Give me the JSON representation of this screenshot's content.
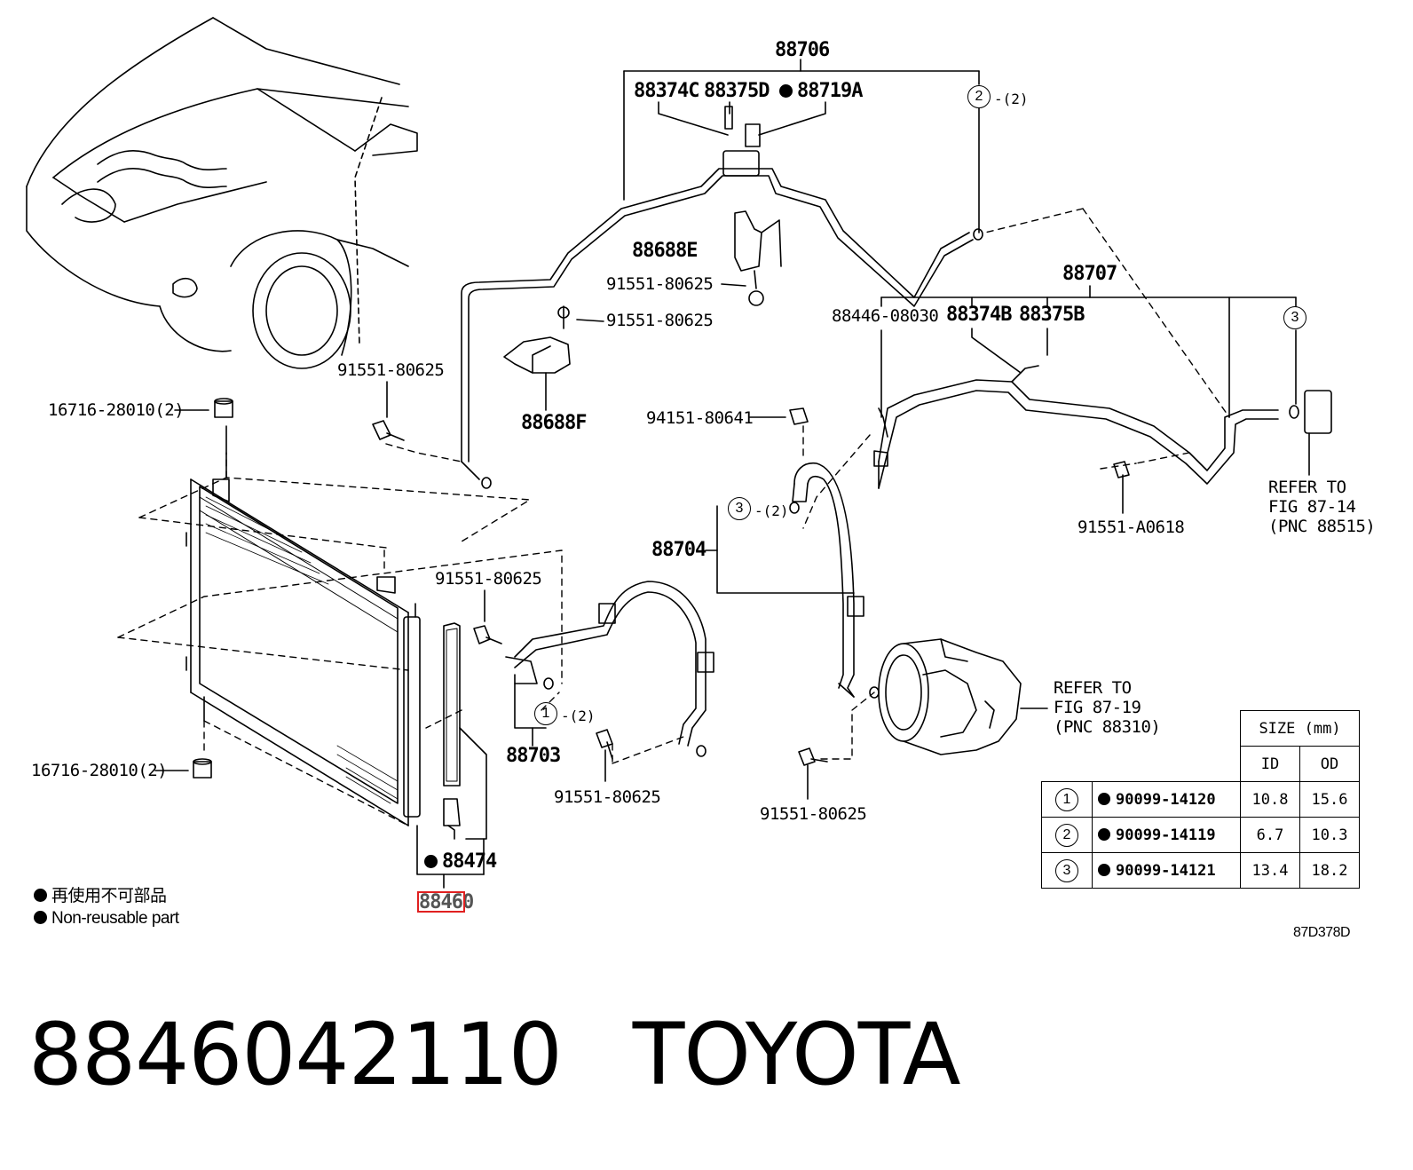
{
  "group_labels": {
    "g88706": "88706",
    "g88707": "88707",
    "g88704": "88704",
    "g88703": "88703",
    "g88460": "88460"
  },
  "part_labels": {
    "p88374C": "88374C",
    "p88375D": "88375D",
    "p88719A": "88719A",
    "p88688E": "88688E",
    "p88688F": "88688F",
    "p88374B": "88374B",
    "p88375B": "88375B",
    "p88474": "88474",
    "p88446": "88446-08030",
    "p94151": "94151-80641",
    "p16716_top": "16716-28010(2)",
    "p16716_bot": "16716-28010(2)",
    "b_80625_1": "91551-80625",
    "b_80625_2": "91551-80625",
    "b_80625_3": "91551-80625",
    "b_80625_4": "91551-80625",
    "b_80625_5": "91551-80625",
    "b_80625_6": "91551-80625",
    "b_A0618": "91551-A0618"
  },
  "callouts": {
    "c2_top": "2",
    "c3_right": "3",
    "c3_mid": "3",
    "c1_left": "1",
    "q2_top": "-(2)",
    "q2_mid": "-(2)",
    "q2_left": "-(2)"
  },
  "references": {
    "ref1": [
      "REFER TO",
      "FIG 87-14",
      "(PNC 88515)"
    ],
    "ref2": [
      "REFER TO",
      "FIG 87-19",
      "(PNC 88310)"
    ]
  },
  "legend": {
    "line1": "再使用不可部品",
    "line2": "Non-reusable part"
  },
  "size_table": {
    "header": "SIZE (mm)",
    "col_id": "ID",
    "col_od": "OD",
    "rows": [
      {
        "n": "1",
        "part": "90099-14120",
        "id": "10.8",
        "od": "15.6"
      },
      {
        "n": "2",
        "part": "90099-14119",
        "id": "6.7",
        "od": "10.3"
      },
      {
        "n": "3",
        "part": "90099-14121",
        "id": "13.4",
        "od": "18.2"
      }
    ]
  },
  "figure_code": "87D378D",
  "title": {
    "part_number": "8846042110",
    "brand": "TOYOTA"
  },
  "highlight_color": "#e02020"
}
